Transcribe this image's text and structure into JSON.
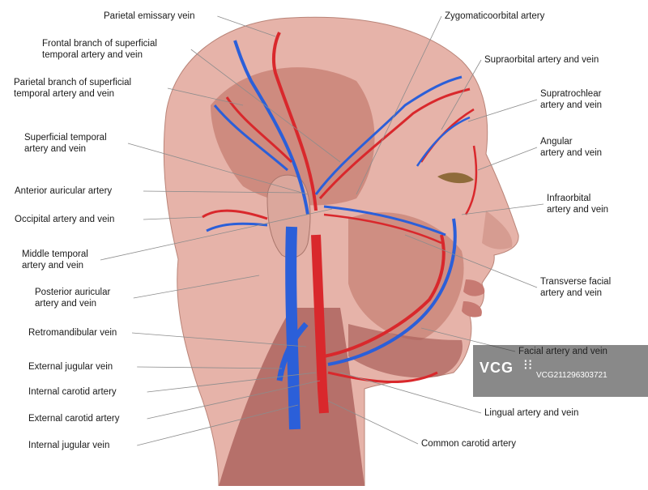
{
  "labels_left": [
    {
      "id": "parietal-emissary-vein",
      "lines": [
        "Parietal emissary vein"
      ]
    },
    {
      "id": "frontal-branch",
      "lines": [
        "Frontal branch of superficial",
        "temporal artery and vein"
      ]
    },
    {
      "id": "parietal-branch",
      "lines": [
        "Parietal branch of superficial",
        "temporal artery and vein"
      ]
    },
    {
      "id": "superficial-temporal",
      "lines": [
        "Superficial temporal",
        "artery and vein"
      ]
    },
    {
      "id": "anterior-auricular",
      "lines": [
        "Anterior auricular artery"
      ]
    },
    {
      "id": "occipital",
      "lines": [
        "Occipital artery and vein"
      ]
    },
    {
      "id": "middle-temporal",
      "lines": [
        "Middle temporal",
        "artery and vein"
      ]
    },
    {
      "id": "posterior-auricular",
      "lines": [
        "Posterior auricular",
        "artery and vein"
      ]
    },
    {
      "id": "retromandibular",
      "lines": [
        "Retromandibular vein"
      ]
    },
    {
      "id": "external-jugular",
      "lines": [
        "External jugular vein"
      ]
    },
    {
      "id": "internal-carotid",
      "lines": [
        "Internal carotid artery"
      ]
    },
    {
      "id": "external-carotid",
      "lines": [
        "External carotid artery"
      ]
    },
    {
      "id": "internal-jugular",
      "lines": [
        "Internal jugular vein"
      ]
    }
  ],
  "labels_right": [
    {
      "id": "zygomaticoorbital",
      "lines": [
        "Zygomaticoorbital artery"
      ]
    },
    {
      "id": "supraorbital",
      "lines": [
        "Supraorbital artery and vein"
      ]
    },
    {
      "id": "supratrochlear",
      "lines": [
        "Supratrochlear",
        "artery and vein"
      ]
    },
    {
      "id": "angular",
      "lines": [
        "Angular",
        "artery and vein"
      ]
    },
    {
      "id": "infraorbital",
      "lines": [
        "Infraorbital",
        "artery and vein"
      ]
    },
    {
      "id": "transverse-facial",
      "lines": [
        "Transverse facial",
        "artery and vein"
      ]
    },
    {
      "id": "facial",
      "lines": [
        "Facial artery and vein"
      ]
    },
    {
      "id": "lingual",
      "lines": [
        "Lingual artery and vein"
      ]
    },
    {
      "id": "common-carotid",
      "lines": [
        "Common carotid artery"
      ]
    }
  ],
  "watermark": {
    "logo": "VCG",
    "id_text": "VCG211296303721"
  },
  "colors": {
    "skin": "#e6b3a9",
    "muscle": "#c98478",
    "muscle_dark": "#a9605a",
    "artery": "#d9282c",
    "vein": "#2b5fd9",
    "leader": "#8c8c8c"
  }
}
